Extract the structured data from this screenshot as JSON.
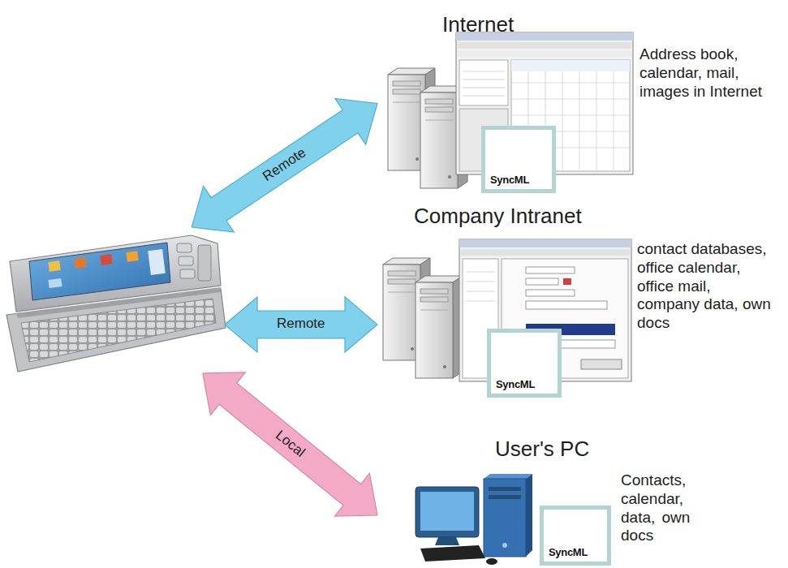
{
  "diagram": {
    "nodes": [
      {
        "text": []
      },
      {
        "text": [
          "Internet",
          "Address book, calendar, mail, images in Internet"
        ]
      },
      {
        "text": [
          "SyncML"
        ],
        "in": 1
      },
      {
        "text": [
          "Company Intranet",
          "contact databases, office calendar, office mail, company data, own docs"
        ]
      },
      {
        "text": [
          "SyncML"
        ],
        "in": 3
      },
      {
        "text": [
          "User's PC",
          "Contacts, calendar, data, own docs"
        ]
      },
      {
        "text": [
          "SyncML"
        ],
        "in": 5
      }
    ],
    "edges": [
      {
        "from": 0,
        "to": 1,
        "arrow": "both",
        "label": "Remote"
      },
      {
        "from": 0,
        "to": 3,
        "arrow": "both",
        "label": "Remote"
      },
      {
        "from": 0,
        "to": 5,
        "arrow": "both",
        "label": "Local"
      }
    ]
  }
}
